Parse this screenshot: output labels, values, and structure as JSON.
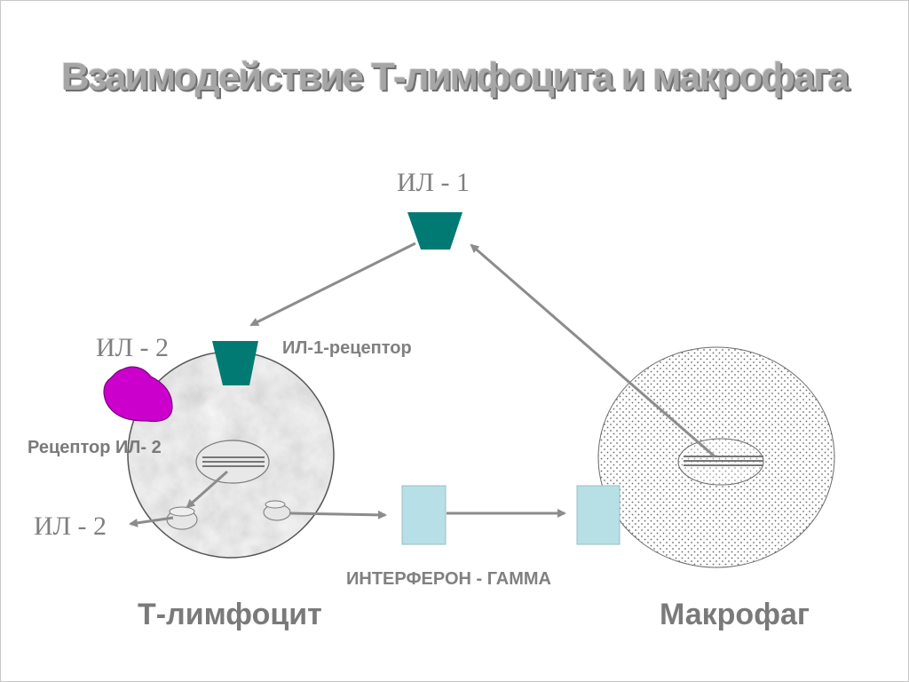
{
  "title": "Взаимодействие  Т-лимфоцита и макрофага",
  "labels": {
    "il1_top": "ИЛ - 1",
    "il1_receptor": "ИЛ-1-рецептор",
    "il2_upper": "ИЛ - 2",
    "il2_receptor": "Рецептор ИЛ- 2",
    "il2_lower": "ИЛ - 2",
    "interferon": "ИНТЕРФЕРОН  - ГАММА",
    "t_cell": "Т-лимфоцит",
    "macrophage": "Макрофаг"
  },
  "colors": {
    "teal": "#007a73",
    "magenta": "#cc00cc",
    "light_blue": "#b7e0e6",
    "arrow": "#8c8c8c"
  }
}
